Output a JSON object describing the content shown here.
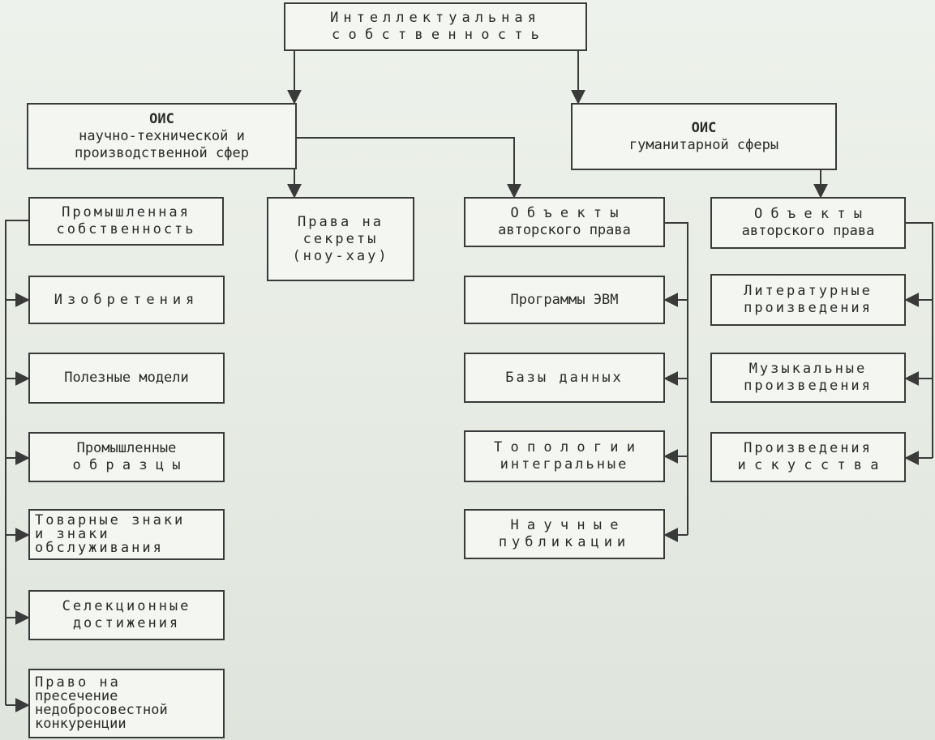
{
  "diagram": {
    "root": {
      "lines": [
        "Интеллектуальная",
        "с о б с т в е н н о с т ь"
      ]
    },
    "oisTech": {
      "lines": [
        "ОИС",
        "научно-технической и",
        "производственной сфер"
      ]
    },
    "oisHum": {
      "lines": [
        "ОИС",
        "гуманитарной сферы"
      ]
    },
    "prom": {
      "lines": [
        "Промышленная",
        "собственность"
      ]
    },
    "secrets": {
      "lines": [
        "Права на",
        "секреты",
        "(ноу-хау)"
      ]
    },
    "copyright1": {
      "lines": [
        "О б ъ е к т ы",
        "авторского права"
      ]
    },
    "copyright2": {
      "lines": [
        "О б ъ е к т ы",
        "авторского права"
      ]
    },
    "inventions": {
      "lines": [
        "Изобретения"
      ]
    },
    "utility": {
      "lines": [
        "Полезные модели"
      ]
    },
    "designs": {
      "lines": [
        "Промышленные",
        "о б р а з ц ы"
      ]
    },
    "trademarks": {
      "lines": [
        "Товарные знаки",
        "и знаки",
        "обслуживания"
      ]
    },
    "selection": {
      "lines": [
        "Селекционные",
        "достижения"
      ]
    },
    "unfair": {
      "lines": [
        "Право на",
        "пресечение",
        "недобросовестной",
        "конкуренции"
      ]
    },
    "programs": {
      "lines": [
        "Программы ЭВМ"
      ]
    },
    "databases": {
      "lines": [
        "Базы данных"
      ]
    },
    "topologies": {
      "lines": [
        "Т о п о л о г и и",
        "интегральные"
      ]
    },
    "publications": {
      "lines": [
        "Н а у ч н ы е",
        "публикации"
      ]
    },
    "literary": {
      "lines": [
        "Литературные",
        "произведения"
      ]
    },
    "musical": {
      "lines": [
        "Музыкальные",
        "произведения"
      ]
    },
    "art": {
      "lines": [
        "Произведения",
        "и с к у с с т в а"
      ]
    }
  }
}
